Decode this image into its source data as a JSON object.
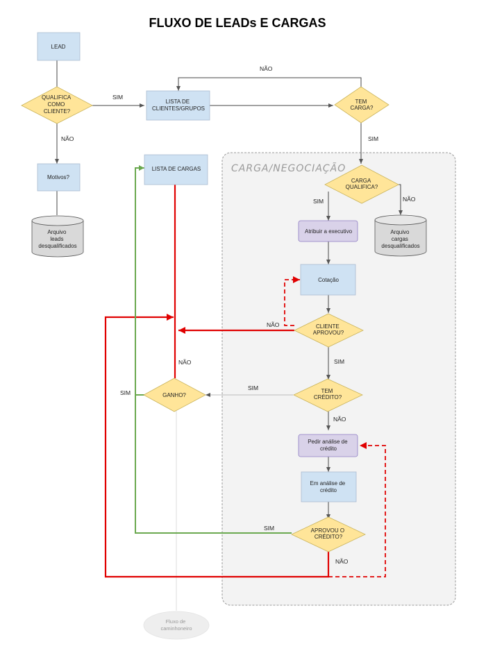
{
  "title": "FLUXO DE LEADs E CARGAS",
  "container_label": "CARGA/NEGOCIAÇÃO",
  "nodes": {
    "lead": "LEAD",
    "qualifica": [
      "QUALIFICA",
      "COMO",
      "CLIENTE?"
    ],
    "motivos": "Motivos?",
    "arquivo_leads": [
      "Arquivo",
      "leads",
      "desqualificados"
    ],
    "lista_clientes": [
      "LISTA DE",
      "CLIENTES/GRUPOS"
    ],
    "tem_carga": [
      "TEM",
      "CARGA?"
    ],
    "lista_cargas": "LISTA DE CARGAS",
    "carga_qualifica": [
      "CARGA",
      "QUALIFICA?"
    ],
    "atribuir": "Atribuir a executivo",
    "arquivo_cargas": [
      "Arquivo",
      "cargas",
      "desqualificados"
    ],
    "cotacao": "Cotação",
    "cliente_aprovou": [
      "CLIENTE",
      "APROVOU?"
    ],
    "ganho": "GANHO?",
    "tem_credito": [
      "TEM",
      "CRÉDITO?"
    ],
    "pedir_analise": [
      "Pedir análise de",
      "crédito"
    ],
    "em_analise": [
      "Em análise de",
      "crédito"
    ],
    "aprovou_credito": [
      "APROVOU O",
      "CRÉDITO?"
    ],
    "fluxo_caminhoneiro": [
      "Fluxo de",
      "caminhoneiro"
    ]
  },
  "edge_labels": {
    "qualifica_sim": "SIM",
    "qualifica_nao": "NÃO",
    "tem_carga_nao": "NÃO",
    "tem_carga_sim": "SIM",
    "carga_qualifica_sim": "SIM",
    "carga_qualifica_nao": "NÃO",
    "cliente_aprovou_nao": "NÃO",
    "cliente_aprovou_sim": "SIM",
    "ganho_nao": "NÃO",
    "ganho_sim": "SIM",
    "tem_credito_sim": "SIM",
    "tem_credito_nao": "NÃO",
    "aprovou_credito_sim": "SIM",
    "aprovou_credito_nao": "NÃO"
  },
  "colors": {
    "box_blue": "#cfe2f3",
    "box_purple": "#d9d2e9",
    "diamond_yellow": "#ffe599",
    "cylinder_gray": "#d9d9d9",
    "container_bg": "#f3f3f3",
    "red": "#e00000",
    "green": "#6aa84f"
  }
}
